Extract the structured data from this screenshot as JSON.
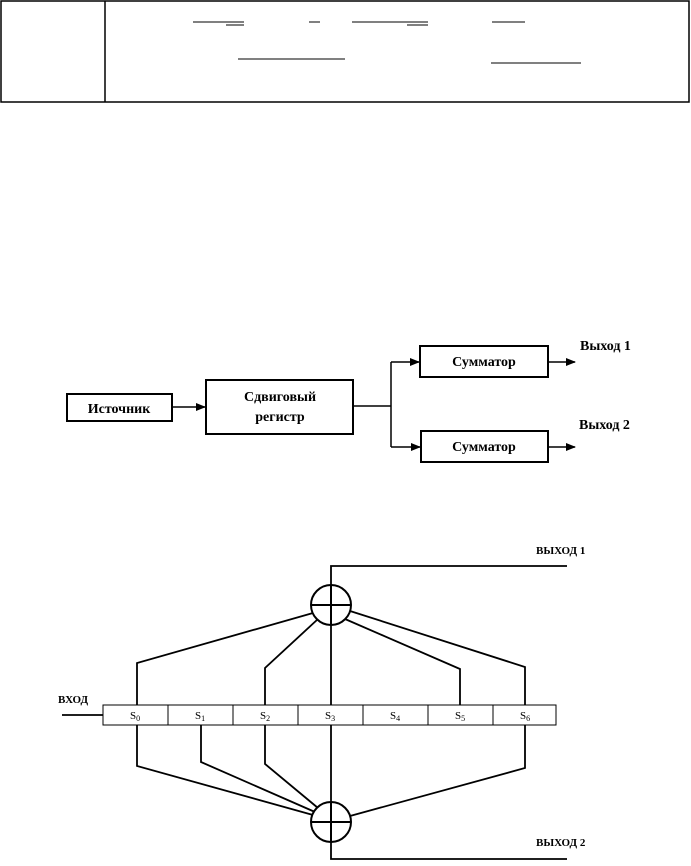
{
  "block_diagram": {
    "source": "Источник",
    "register_line1": "Сдвиговый",
    "register_line2": "регистр",
    "adder1": "Сумматор",
    "adder2": "Сумматор",
    "output1": "Выход 1",
    "output2": "Выход 2"
  },
  "encoder": {
    "input_label": "ВХОД",
    "output1_label": "ВЫХОД 1",
    "output2_label": "ВЫХОД 2",
    "cells": [
      "S0",
      "S1",
      "S2",
      "S3",
      "S4",
      "S5",
      "S6"
    ]
  }
}
